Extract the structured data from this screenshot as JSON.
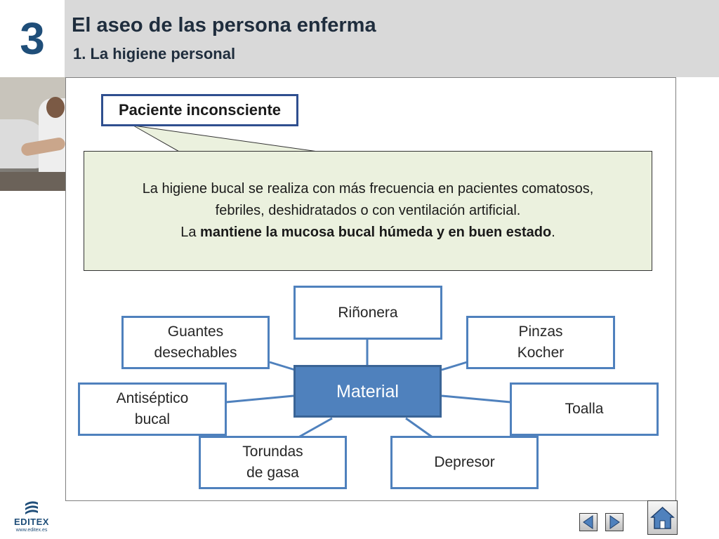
{
  "slide": {
    "chapter_number": "3",
    "title": "El aseo de las persona enferma",
    "subtitle": "1. La higiene personal"
  },
  "callout": {
    "label": "Paciente inconsciente",
    "line1": "La higiene bucal se realiza con más frecuencia en pacientes comatosos,",
    "line2": "febriles, deshidratados o con ventilación artificial.",
    "line3_prefix": "La ",
    "line3_bold": "mantiene la mucosa bucal húmeda y en buen estado",
    "line3_suffix": "."
  },
  "diagram": {
    "center": "Material",
    "nodes": {
      "rinonera": "Riñonera",
      "guantes_1": "Guantes",
      "guantes_2": "desechables",
      "pinzas_1": "Pinzas",
      "pinzas_2": "Kocher",
      "antiseptico_1": "Antiséptico",
      "antiseptico_2": "bucal",
      "toalla": "Toalla",
      "torundas_1": "Torundas",
      "torundas_2": "de gasa",
      "depresor": "Depresor"
    }
  },
  "footer": {
    "logo_text": "EDITEX",
    "logo_url": "www.editex.es"
  },
  "colors": {
    "accent": "#4f81bd",
    "note_bg": "#ebf1de",
    "header_bg": "#d9d9d9",
    "chapter": "#1f4e79"
  },
  "icons": {
    "prev": "triangle-left-icon",
    "next": "triangle-right-icon",
    "home": "house-icon"
  }
}
